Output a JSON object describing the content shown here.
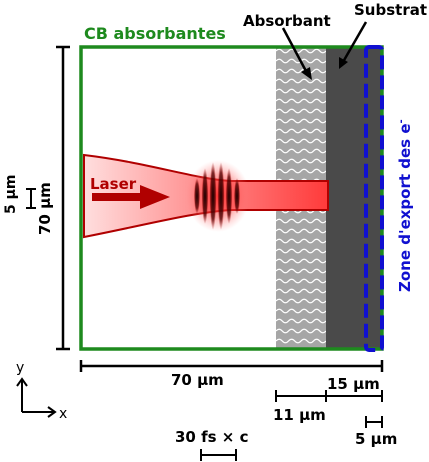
{
  "labels": {
    "cb_absorbantes": "CB absorbantes",
    "absorbant": "Absorbant",
    "substrat": "Substrat",
    "laser": "Laser",
    "zone_export": "Zone d'export des e",
    "zone_export_sup": "-",
    "left_5um": "5 µm",
    "left_70um": "70 µm",
    "bottom_70um": "70 µm",
    "dim_15um": "15 µm",
    "dim_11um": "11 µm",
    "dim_5um": "5 µm",
    "pulse_scale": "30 fs × c",
    "axis_y": "y",
    "axis_x": "x"
  },
  "colors": {
    "boundary": "#1e8a1e",
    "zone_export": "#1010d0",
    "laser_dark": "#b00000",
    "laser_fill": "#ff4a4a",
    "substrat": "#4a4a4a",
    "absorbant": "#a9a9a9"
  },
  "icons": {
    "laser_arrow": "right-arrow-icon",
    "axis_arrows": "xy-axes-icon"
  }
}
